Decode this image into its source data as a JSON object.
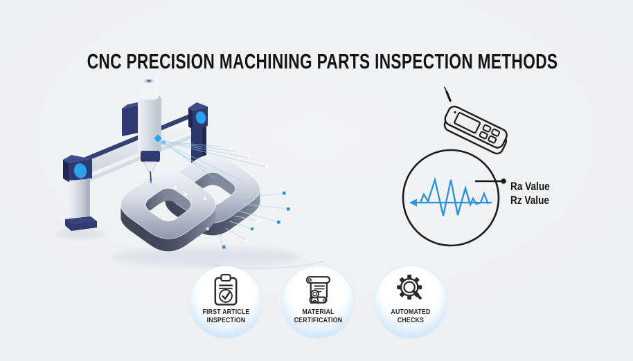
{
  "title": "CNC PRECISION MACHINING PARTS INSPECTION METHODS",
  "illustrations": {
    "cmm": "coordinate-measuring-machine measuring a metallic interlocked part with scan points",
    "roughness_tester": "handheld surface roughness tester with probe, screen and buttons",
    "roughness_profile": "circle containing blue surface roughness waveform with left arrow"
  },
  "surface_roughness": {
    "label_ra": "Ra Value",
    "label_rz": "Rz Value"
  },
  "badges": [
    {
      "icon": "clipboard-check-icon",
      "line1": "FIRST ARTICLE",
      "line2": "INSPECTION"
    },
    {
      "icon": "certificate-scroll-icon",
      "line1": "MATERIAL",
      "line2": "CERTIFICATION"
    },
    {
      "icon": "gear-magnifier-icon",
      "line1": "AUTOMATED",
      "line2": "CHECKS"
    }
  ],
  "colors": {
    "background": "#EFF0F2",
    "ink": "#1B1B1B",
    "navy": "#2F3B70",
    "accent_blue": "#2AA1E8",
    "waveform_blue": "#2B93DD",
    "badge_ring": "#D9ECF9"
  }
}
